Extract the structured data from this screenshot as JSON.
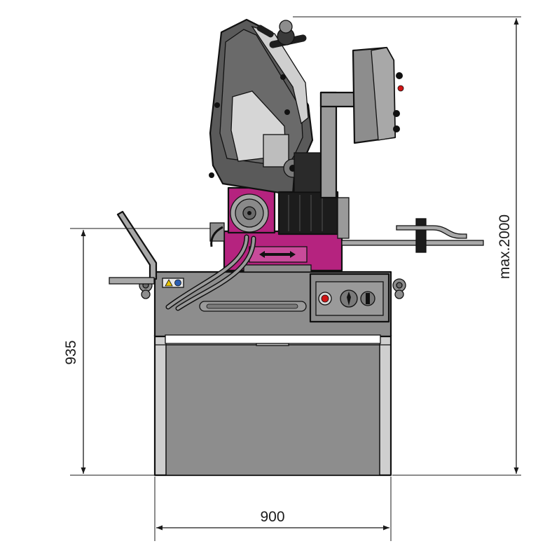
{
  "dimensions": {
    "height_max": "max.2000",
    "table_height": "935",
    "width": "900"
  },
  "colors": {
    "machine_grey": "#8d8d8d",
    "accent_magenta": "#b5237f",
    "frame_dark": "#555555",
    "line": "#111111"
  }
}
